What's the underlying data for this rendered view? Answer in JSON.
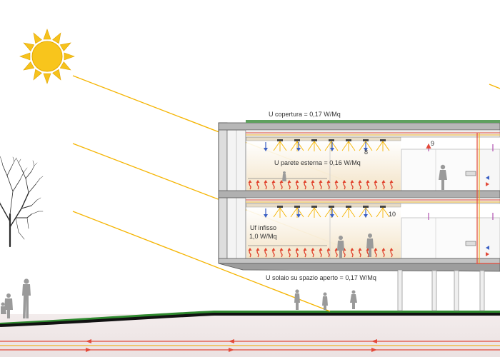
{
  "labels": {
    "roof": "U copertura = 0,17 W/Mq",
    "wall": "U parete esterna = 0,16 W/Mq",
    "frame_line1": "Uf infisso",
    "frame_line2": "1,0 W/Mq",
    "floor": "U solaio su spazio aperto = 0,17 W/Mq"
  },
  "markers": {
    "upper_room": "8",
    "upper_shaft": "9",
    "lower_room": "10"
  },
  "colors": {
    "sun_ray": "#f5b400",
    "heat_in": "#e0402a",
    "cool_out": "#3a5fc4",
    "geothermal_red": "#e34a3a",
    "geothermal_yellow": "#f0b428",
    "ground_fill": "#f1e9e9",
    "grass": "#2f8a2f",
    "room_glow": "#f3e3c6",
    "slab": "#9a9a9a"
  },
  "icons": {
    "sun": "sun-icon",
    "tree": "bare-tree-icon",
    "people": "person-silhouette-icon"
  }
}
